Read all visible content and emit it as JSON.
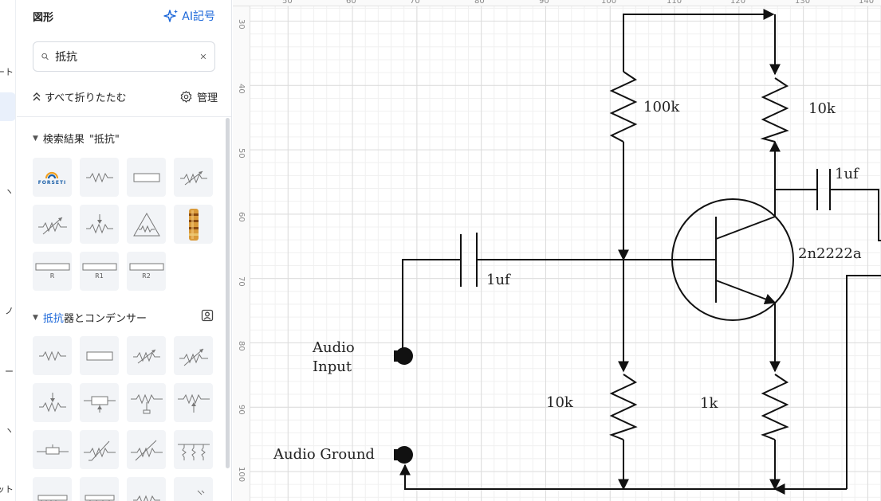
{
  "sidebar_rail": {
    "fragments": [
      "ート",
      "ヽ",
      "ノ",
      "ー",
      "ヽ",
      "ット"
    ]
  },
  "panel": {
    "title": "図形",
    "ai_button": "AI記号",
    "search": {
      "value": "抵抗"
    },
    "collapse_all": "すべて折りたたむ",
    "manage": "管理",
    "results_prefix": "検索結果 ",
    "results_query": "\"抵抗\"",
    "forseti_label": "FORSETI",
    "resistor_labels": [
      "R",
      "R1",
      "R2"
    ],
    "library_highlight": "抵抗",
    "library_rest": "器とコンデンサー"
  },
  "ruler": {
    "top": [
      "50",
      "60",
      "70",
      "80",
      "90",
      "100",
      "110",
      "120",
      "130",
      "140"
    ],
    "left": [
      "30",
      "40",
      "50",
      "60",
      "70",
      "80",
      "90",
      "100"
    ]
  },
  "circuit": {
    "labels": {
      "r_top_left": "100k",
      "r_top_right": "10k",
      "cap_out": "1uf",
      "cap_in": "1uf",
      "transistor": "2n2222a",
      "audio_input": "Audio\nInput",
      "r_bottom_left": "10k",
      "r_bottom_right": "1k",
      "audio_ground": "Audio Ground"
    },
    "stroke_color": "#111111"
  }
}
